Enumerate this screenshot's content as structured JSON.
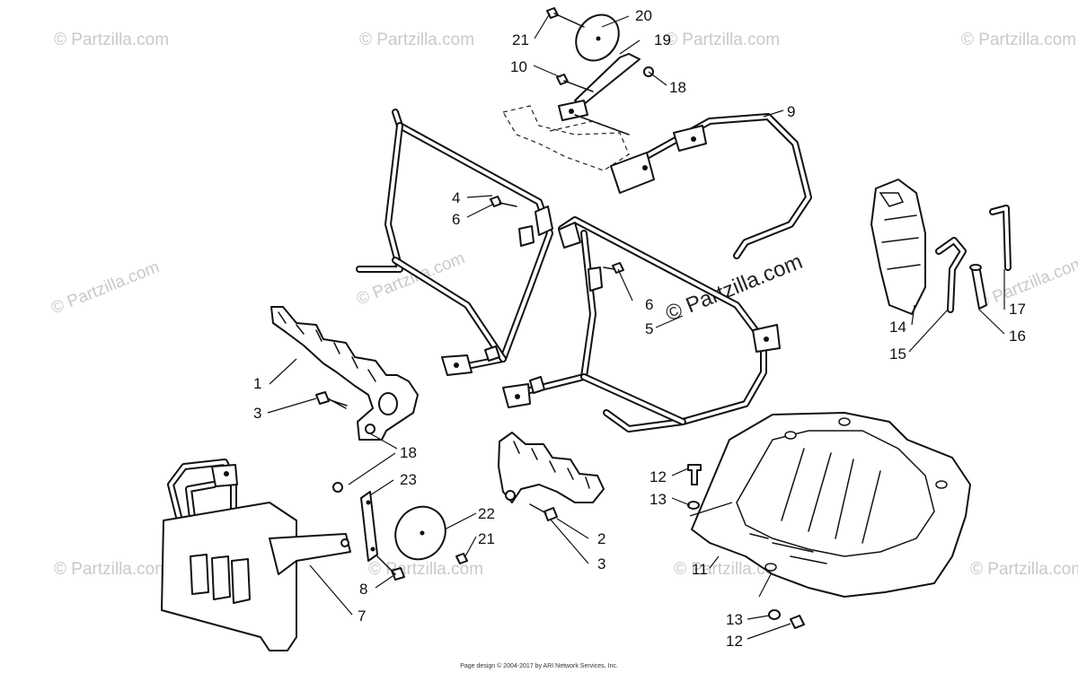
{
  "watermark": "© Partzilla.com",
  "footer": "Page design © 2004-2017 by ARI Network Services, Inc.",
  "callouts": {
    "c1": "1",
    "c2": "2",
    "c3a": "3",
    "c3b": "3",
    "c4": "4",
    "c5": "5",
    "c6a": "6",
    "c6b": "6",
    "c7": "7",
    "c8": "8",
    "c9": "9",
    "c10": "10",
    "c11": "11",
    "c12a": "12",
    "c12b": "12",
    "c13a": "13",
    "c13b": "13",
    "c14": "14",
    "c15": "15",
    "c16": "16",
    "c17": "17",
    "c18a": "18",
    "c18b": "18",
    "c19": "19",
    "c20": "20",
    "c21a": "21",
    "c21b": "21",
    "c22": "22",
    "c23": "23"
  }
}
